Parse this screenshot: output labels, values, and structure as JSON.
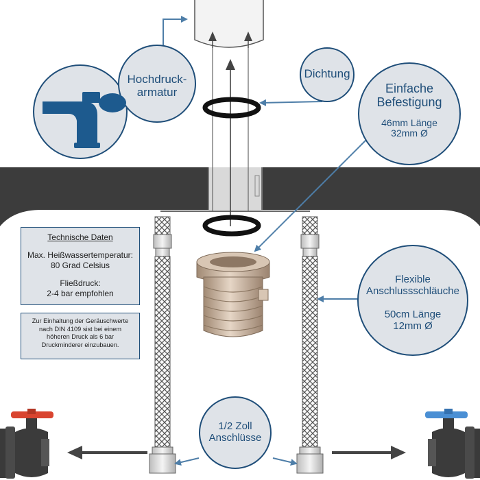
{
  "labels": {
    "hochdruck_line1": "Hochdruck-",
    "hochdruck_line2": "armatur",
    "dichtung": "Dichtung",
    "befestigung_line1": "Einfache",
    "befestigung_line2": "Befestigung",
    "befestigung_length": "46mm Länge",
    "befestigung_diameter": "32mm Ø",
    "schlauch_line1": "Flexible",
    "schlauch_line2": "Anschlussschläuche",
    "schlauch_length": "50cm Länge",
    "schlauch_diameter": "12mm Ø",
    "anschluss_line1": "1/2 Zoll",
    "anschluss_line2": "Anschlüsse"
  },
  "tech_box": {
    "title": "Technische Daten",
    "temp_line1": "Max. Heißwassertemperatur:",
    "temp_line2": "80 Grad  Celsius",
    "flow_line1": "Fließdruck:",
    "flow_line2": "2-4  bar empfohlen"
  },
  "note_box": {
    "line1": "Zur Einhaltung der Geräuschwerte",
    "line2": "nach DIN 4109 sist bei einem",
    "line3": "höheren Druck als 6 bar",
    "line4": "Druckminderer einzubauen."
  },
  "icons": [
    "faucet-icon",
    "valve-red-icon",
    "valve-blue-icon"
  ],
  "colors": {
    "accent": "#1f4e79",
    "circle_fill": "#dfe3e8",
    "countertop": "#3c3c3c",
    "hot": "#d9442f",
    "cold": "#4a8fd4",
    "fitting": "#c9b39c"
  }
}
